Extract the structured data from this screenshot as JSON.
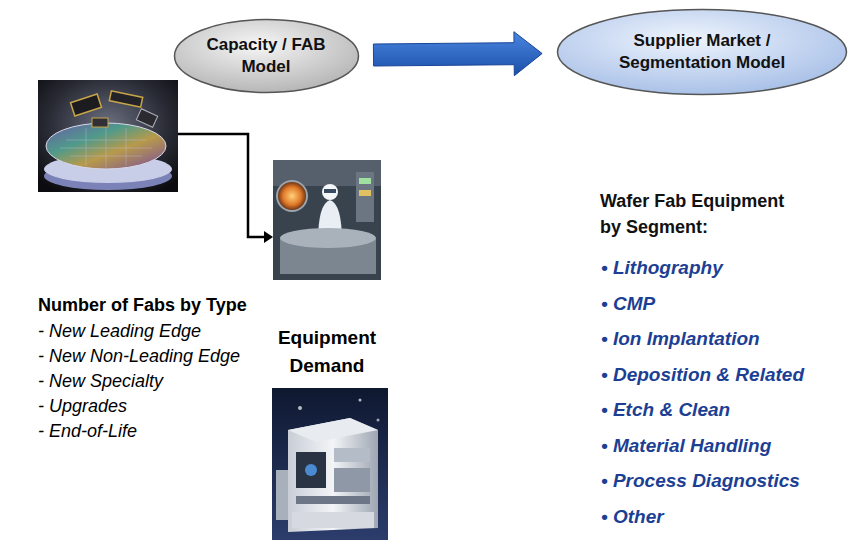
{
  "diagram": {
    "nodes": [
      {
        "text": [
          "Capacity / FAB Model"
        ]
      },
      {
        "text": [
          "Supplier Market / Segmentation Model"
        ]
      }
    ],
    "edges": [
      {
        "from": 0,
        "to": 1,
        "arrow": "to"
      }
    ],
    "labels": [
      "Number of Fabs by Type",
      "- New Leading Edge",
      "- New Non-Leading Edge",
      "- New Specialty",
      "- Upgrades",
      "- End-of-Life",
      "Equipment Demand",
      "Wafer Fab Equipment by Segment:",
      "• Lithography",
      "• CMP",
      "• Ion Implantation",
      "• Deposition & Related",
      "• Etch & Clean",
      "• Material Handling",
      "• Process Diagnostics",
      "• Other"
    ]
  }
}
